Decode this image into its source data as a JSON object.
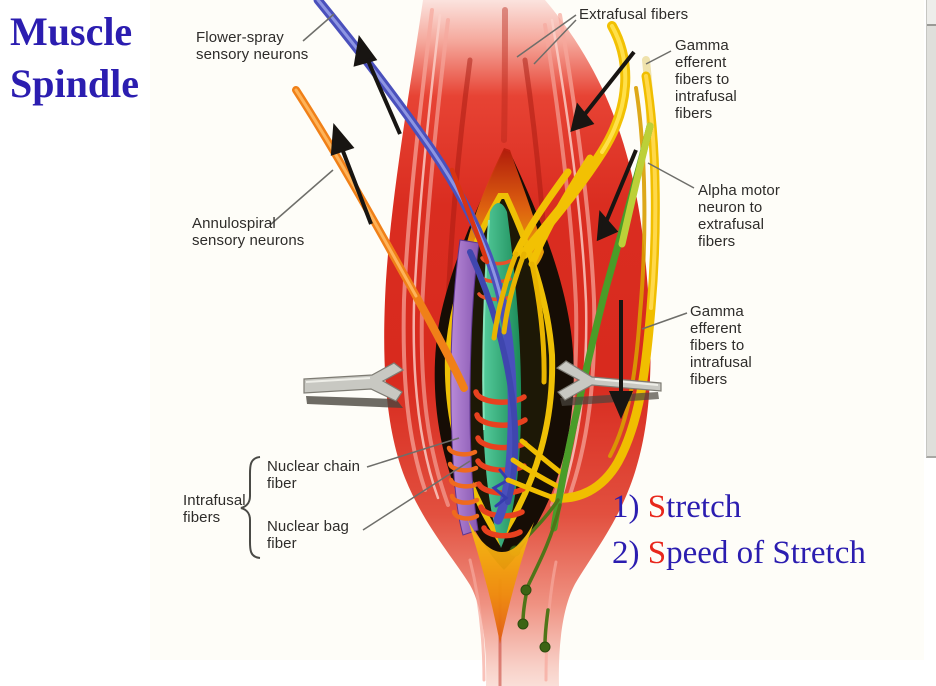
{
  "title": {
    "text": "Muscle\nSpindle"
  },
  "figure_labels": {
    "flower_spray": "Flower-spray\nsensory neurons",
    "extrafusal": "Extrafusal fibers",
    "gamma_top": "Gamma\nefferent\nfibers to\nintrafusal\nfibers",
    "alpha_motor": "Alpha motor\nneuron to\nextrafusal\nfibers",
    "gamma_right": "Gamma\nefferent\nfibers to\nintrafusal\nfibers",
    "annulospiral": "Annulospiral\nsensory neurons",
    "intrafusal": "Intrafusal\nfibers",
    "nuclear_chain": "Nuclear chain\nfiber",
    "nuclear_bag": "Nuclear bag\nfiber"
  },
  "notes": {
    "item1": {
      "number": "1)",
      "lead": "S",
      "rest": "tretch"
    },
    "item2": {
      "number": "2)",
      "lead": "S",
      "rest": "peed of Stretch"
    }
  },
  "colors": {
    "title_blue": "#2b1db0",
    "note_blue": "#2b1db0",
    "accent_red": "#e8271c",
    "muscle_red": "#d92a1f",
    "capsule_yellow": "#eec005",
    "nuclear_bag_green": "#2aa878",
    "nuclear_chain_purple": "#a678cc",
    "sensory_nerve_blue": "#4a50bc",
    "sensory_nerve_orange": "#f08018",
    "alpha_motor_green": "#4a9c28"
  }
}
